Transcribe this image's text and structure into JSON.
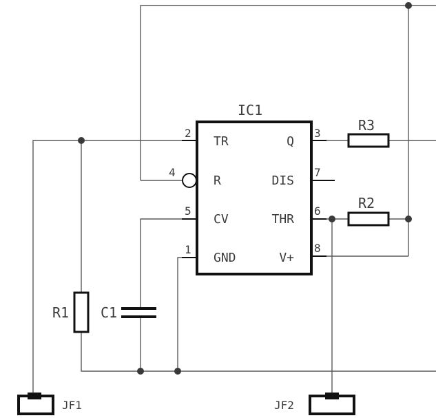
{
  "ic": {
    "ref": "IC1",
    "pins": {
      "tr": {
        "num": "2",
        "name": "TR"
      },
      "r": {
        "num": "4",
        "name": "R"
      },
      "cv": {
        "num": "5",
        "name": "CV"
      },
      "gnd": {
        "num": "1",
        "name": "GND"
      },
      "q": {
        "num": "3",
        "name": "Q"
      },
      "dis": {
        "num": "7",
        "name": "DIS"
      },
      "thr": {
        "num": "6",
        "name": "THR"
      },
      "vplus": {
        "num": "8",
        "name": "V+"
      }
    }
  },
  "components": {
    "r1": "R1",
    "r2": "R2",
    "r3": "R3",
    "c1": "C1",
    "jf1": "JF1",
    "jf2": "JF2"
  }
}
